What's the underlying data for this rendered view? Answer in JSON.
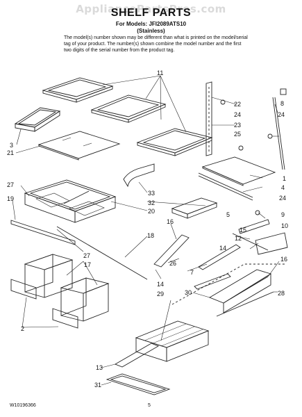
{
  "watermark": "AppliancePartsPros.com",
  "title": "SHELF PARTS",
  "models_line": "For Models: JFI2089ATS10",
  "variant_line": "(Stainless)",
  "note": "The model(s) number shown may be different than what is printed on the model/serial tag of your product. The number(s) shown combine the model number and the first two digits of the serial number from the product tag.",
  "doc_number": "W10196366",
  "page_number": "5",
  "callouts": [
    "11",
    "22",
    "8",
    "24",
    "24",
    "23",
    "25",
    "3",
    "21",
    "1",
    "4",
    "33",
    "27",
    "32",
    "20",
    "19",
    "5",
    "24",
    "9",
    "16",
    "10",
    "18",
    "12",
    "15",
    "14",
    "27",
    "17",
    "26",
    "7",
    "16",
    "14",
    "29",
    "30",
    "28",
    "2",
    "13",
    "31"
  ]
}
